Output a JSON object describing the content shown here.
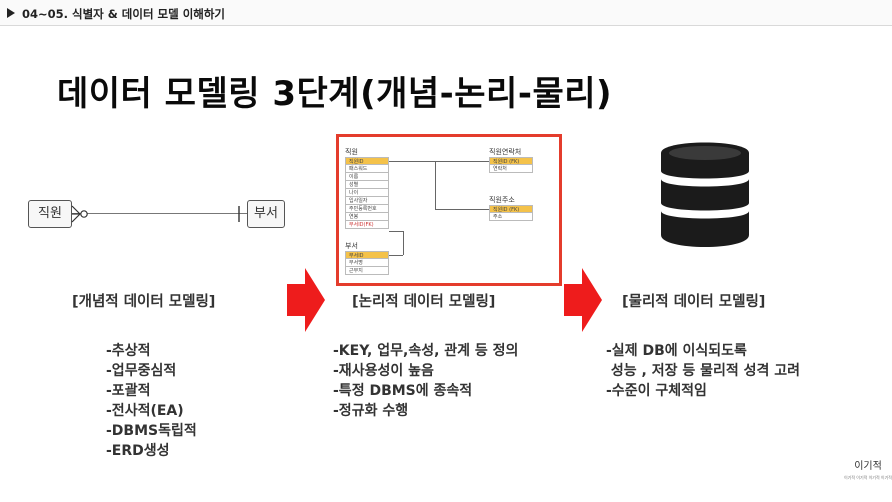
{
  "header": {
    "text": "04~05. 식별자 & 데이터 모델 이해하기"
  },
  "title": "데이터 모델링 3단계(개념-논리-물리)",
  "conceptual": {
    "entity_left": "직원",
    "entity_right": "부서",
    "heading": "[개념적 데이터 모델링]",
    "items": [
      "-추상적",
      "-업무중심적",
      "-포괄적",
      "-전사적(EA)",
      "-DBMS독립적",
      "-ERD생성"
    ]
  },
  "logical": {
    "heading": "[논리적 데이터 모델링]",
    "items": [
      "-KEY, 업무,속성, 관계 등 정의",
      "-재사용성이 높음",
      "-특정 DBMS에 종속적",
      "-정규화 수행"
    ],
    "tables": {
      "employee": {
        "name": "직원",
        "key": "직원ID",
        "rows": [
          "패스워드",
          "이름",
          "성별",
          "나이",
          "입사일자",
          "주민등록번호",
          "연봉",
          "부서ID(FK)"
        ]
      },
      "contact": {
        "name": "직원연락처",
        "key": "직원ID (FK)",
        "rows": [
          "연락처"
        ]
      },
      "address": {
        "name": "직원주소",
        "key": "직원ID (FK)",
        "rows": [
          "주소"
        ]
      },
      "dept": {
        "name": "부서",
        "key": "부서ID",
        "rows": [
          "부서명",
          "근무지"
        ]
      }
    },
    "frame_color": "#e43c2c"
  },
  "physical": {
    "heading": "[물리적 데이터 모델링]",
    "items": [
      "-실제 DB에 이식되도록",
      " 성능 , 저장 등 물리적 성격 고려",
      "-수준이 구체적임"
    ]
  },
  "arrow_color": "#ee1c1c",
  "logo": {
    "text": "이기적",
    "sub": "이기적 이기적 이기적 이기적"
  }
}
